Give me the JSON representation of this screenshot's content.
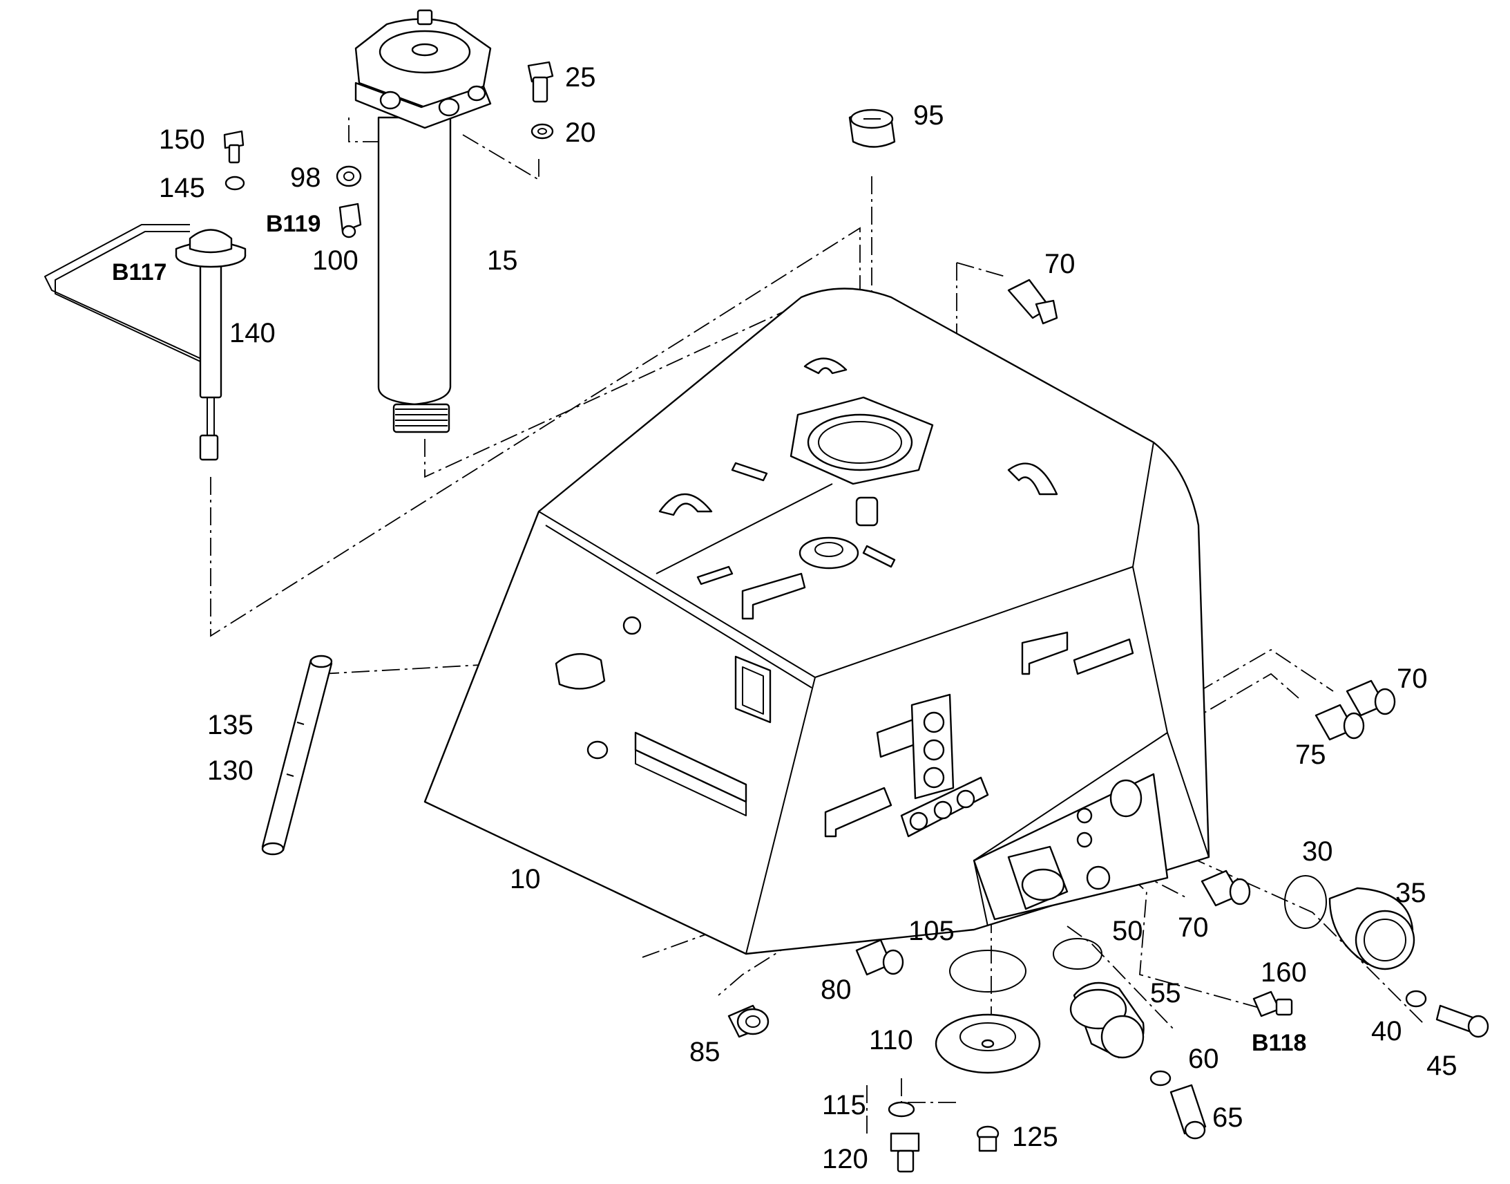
{
  "diagram": {
    "colors": {
      "line": "#000000",
      "background": "#ffffff"
    },
    "callouts": [
      "10",
      "15",
      "20",
      "25",
      "30",
      "35",
      "40",
      "45",
      "50",
      "55",
      "60",
      "65",
      "70",
      "70",
      "70",
      "75",
      "80",
      "85",
      "95",
      "98",
      "100",
      "105",
      "110",
      "115",
      "120",
      "125",
      "130",
      "135",
      "140",
      "145",
      "150",
      "160",
      "B117",
      "B118",
      "B119"
    ]
  }
}
